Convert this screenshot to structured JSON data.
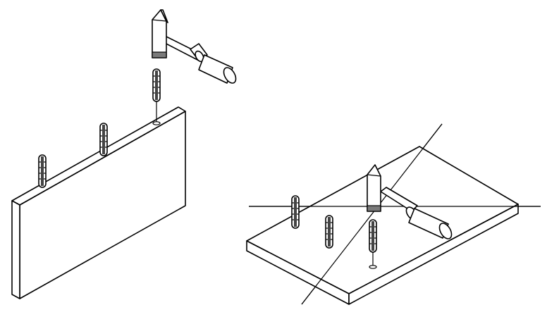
{
  "figure": {
    "kind": "assembly-instruction-illustration",
    "steps": [
      {
        "id": "left",
        "description_icons": [
          "panel-on-edge",
          "dowel",
          "dowel",
          "dowel",
          "hammer"
        ]
      },
      {
        "id": "right",
        "description_icons": [
          "panel-lying-flat",
          "dowel",
          "dowel",
          "dowel",
          "hammer",
          "guide-lines"
        ]
      }
    ],
    "colors": {
      "line": "#000000",
      "background": "#ffffff",
      "shade": "#7a7a7a"
    }
  }
}
